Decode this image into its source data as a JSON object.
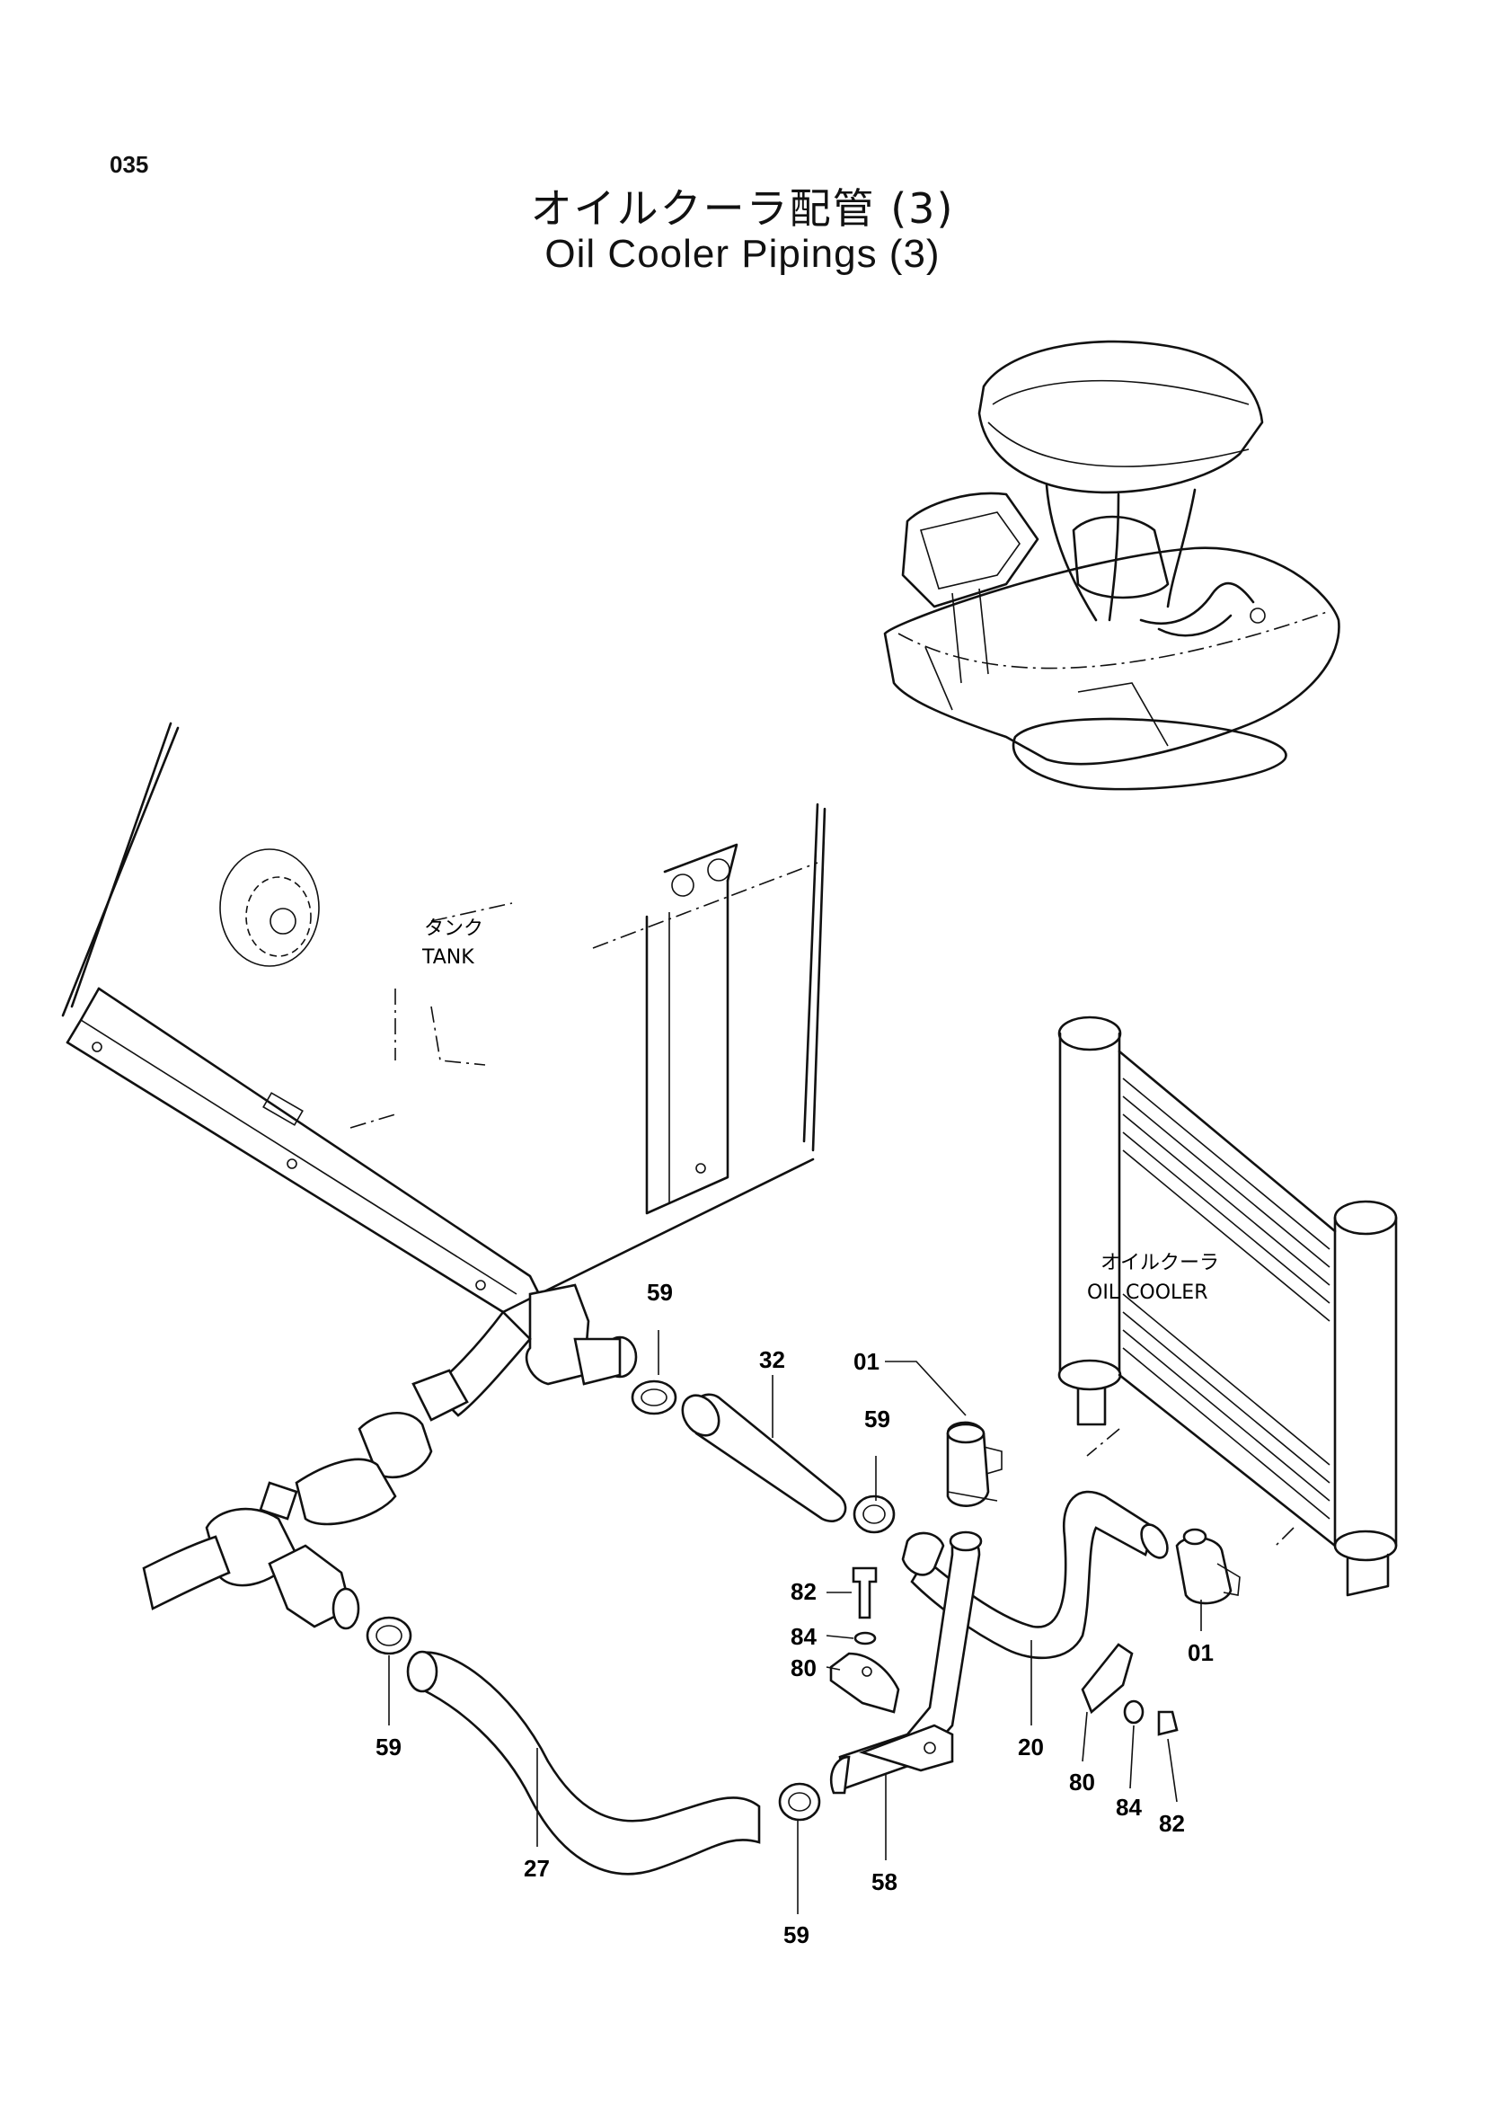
{
  "page": {
    "number": "035",
    "title_jp": "オイルクーラ配管 (3)",
    "title_en": "Oil Cooler Pipings (3)"
  },
  "labels": {
    "tank_jp": "タンク",
    "tank_en": "TANK",
    "cooler_jp": "オイルクーラ",
    "cooler_en": "OIL  COOLER"
  },
  "parts": [
    {
      "id": "59a",
      "number": "59"
    },
    {
      "id": "32",
      "number": "32"
    },
    {
      "id": "01a",
      "number": "01"
    },
    {
      "id": "59b",
      "number": "59"
    },
    {
      "id": "82a",
      "number": "82"
    },
    {
      "id": "84a",
      "number": "84"
    },
    {
      "id": "80a",
      "number": "80"
    },
    {
      "id": "01b",
      "number": "01"
    },
    {
      "id": "20",
      "number": "20"
    },
    {
      "id": "59c",
      "number": "59"
    },
    {
      "id": "27",
      "number": "27"
    },
    {
      "id": "80b",
      "number": "80"
    },
    {
      "id": "84b",
      "number": "84"
    },
    {
      "id": "82b",
      "number": "82"
    },
    {
      "id": "58",
      "number": "58"
    },
    {
      "id": "59d",
      "number": "59"
    }
  ]
}
